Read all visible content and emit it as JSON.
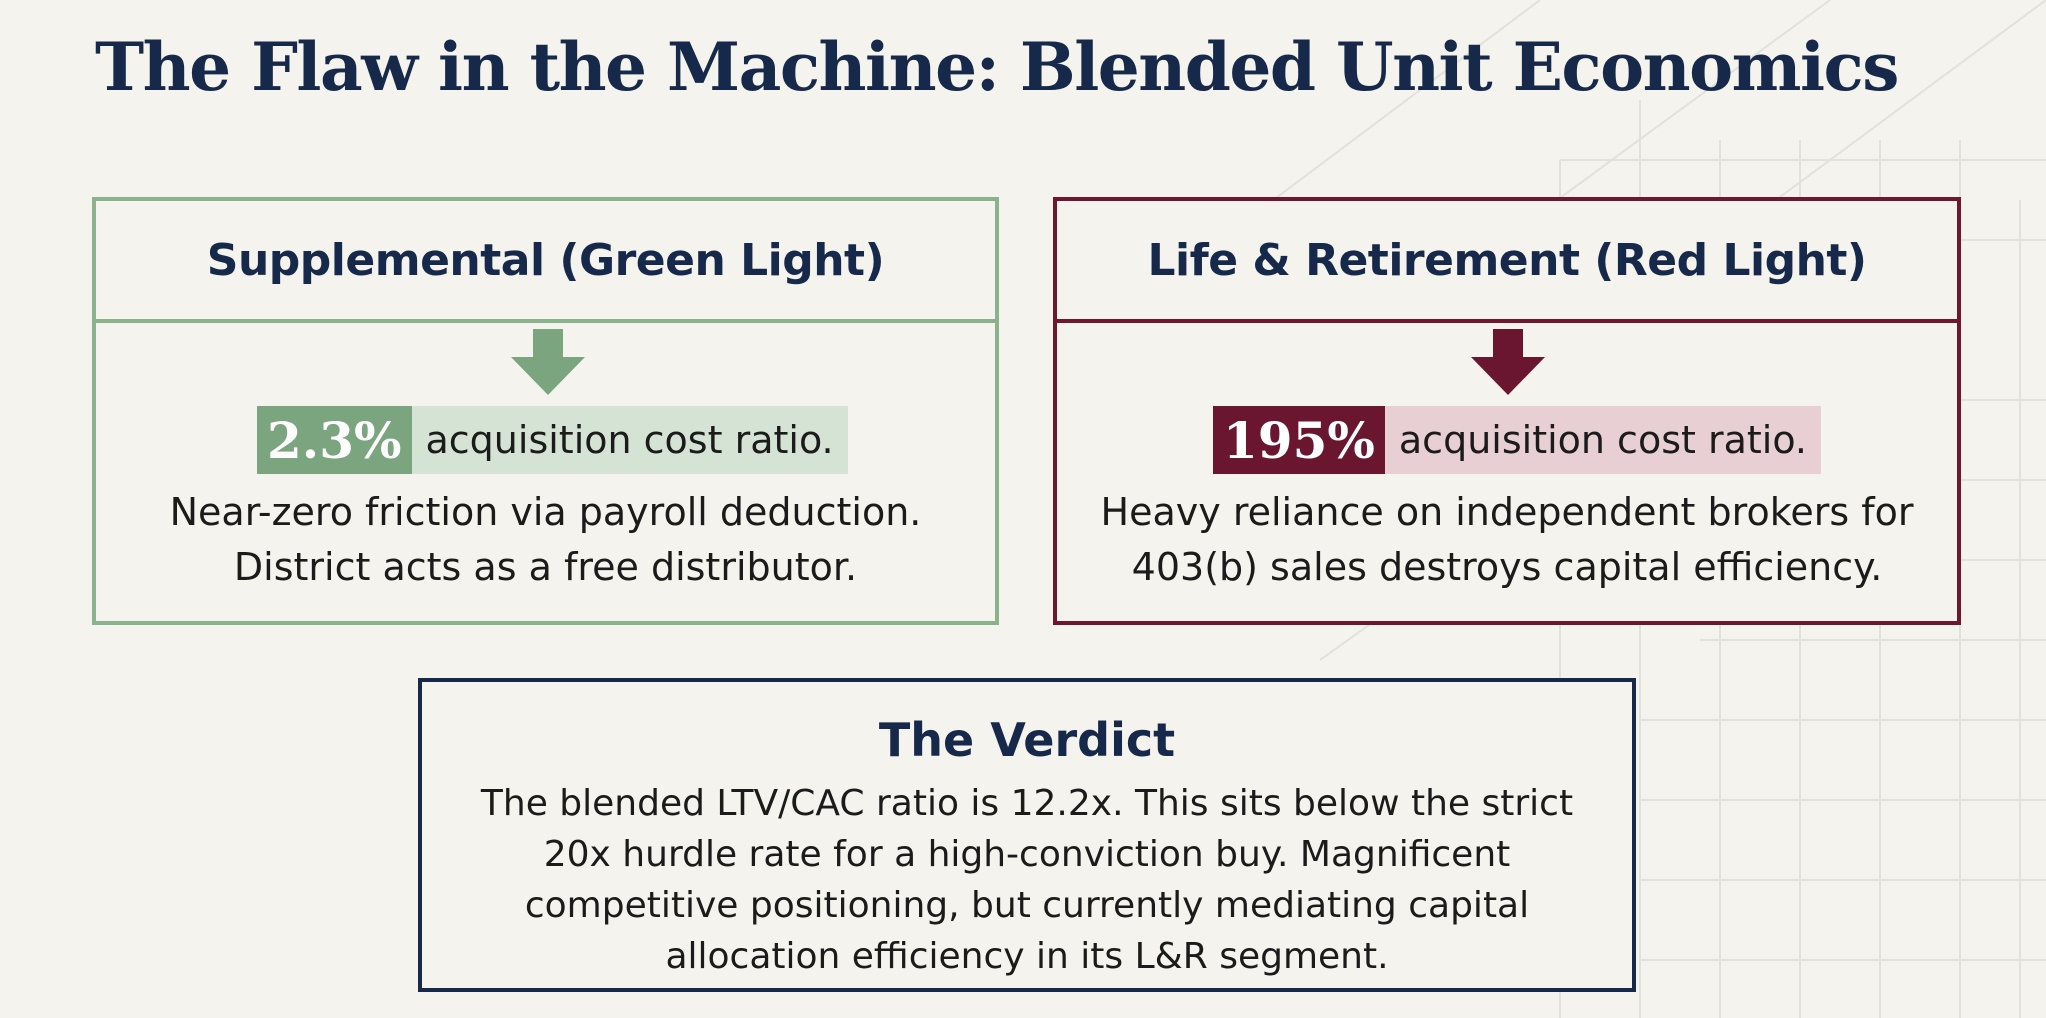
{
  "title": "The Flaw in the Machine: Blended Unit Economics",
  "colors": {
    "background": "#f4f3ee",
    "navy": "#17294a",
    "green": "#7aa57f",
    "green_light": "#d4e3d3",
    "maroon": "#6b1631",
    "maroon_light": "#e8cfd4"
  },
  "cards": {
    "supplemental": {
      "header": "Supplemental (Green Light)",
      "arrow_icon": "arrow-down-icon",
      "metric_value": "2.3%",
      "metric_label": "acquisition cost ratio.",
      "body_lines": [
        "Near-zero friction via payroll deduction.",
        "District acts as a free distributor."
      ]
    },
    "life_retirement": {
      "header": "Life & Retirement (Red Light)",
      "arrow_icon": "arrow-down-icon",
      "metric_value": "195%",
      "metric_label": "acquisition cost ratio.",
      "body_lines": [
        "Heavy reliance on independent brokers for",
        "403(b) sales destroys capital efficiency."
      ]
    }
  },
  "verdict": {
    "title": "The Verdict",
    "body_lines": [
      "The blended LTV/CAC ratio is 12.2x. This sits below the strict",
      "20x hurdle rate for a high-conviction buy. Magnificent",
      "competitive positioning, but currently mediating capital",
      "allocation efficiency in its L&R segment."
    ]
  }
}
